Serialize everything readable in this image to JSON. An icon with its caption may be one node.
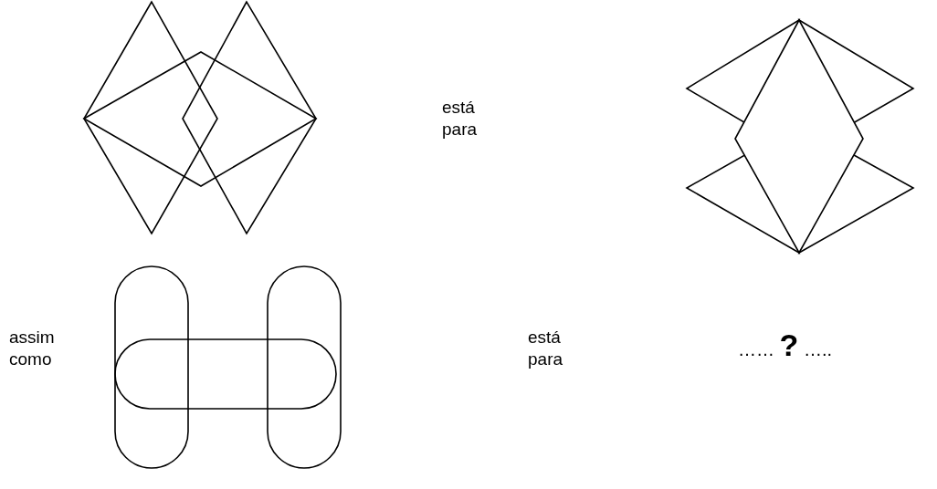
{
  "diagram": {
    "labels": [
      "está para",
      "assim como",
      "está para",
      "…… **?** ….."
    ]
  }
}
